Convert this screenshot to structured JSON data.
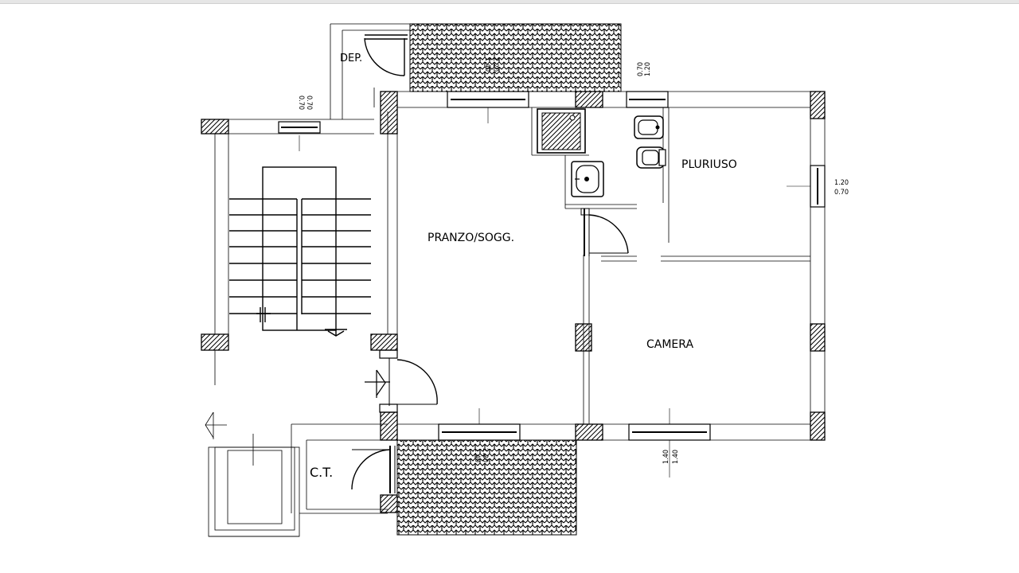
{
  "rooms": {
    "dep": "DEP.",
    "pranzo": "PRANZO/SOGG.",
    "pluriuso": "PLURIUSO",
    "camera": "CAMERA",
    "ct": "C.T."
  },
  "dimensions": {
    "top_left_window": [
      "0.70",
      "0.70"
    ],
    "top_terrace_window": [
      "2.20",
      "1.40"
    ],
    "top_right_window": [
      "1.20",
      "0.70"
    ],
    "right_window": [
      "1.20",
      "0.70"
    ],
    "bottom_terrace_window": [
      "2.20",
      "1.40"
    ],
    "bottom_right_window": [
      "1.40",
      "1.40"
    ]
  }
}
